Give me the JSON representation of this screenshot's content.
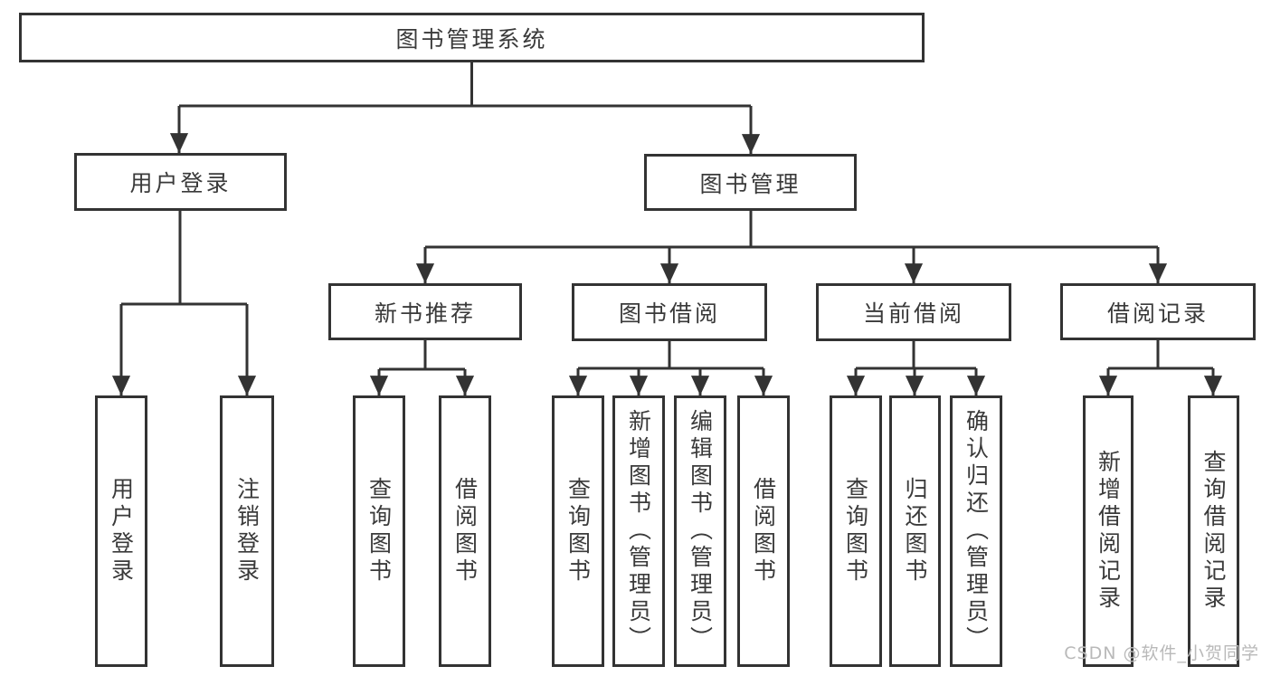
{
  "diagram_title": "图书管理系统",
  "colors": {
    "line": "#333333",
    "text": "#3a3a3a",
    "watermark": "#b9b9b9",
    "background": "#ffffff"
  },
  "tree": {
    "root": "图书管理系统",
    "branches": [
      {
        "label": "用户登录",
        "children": [
          "用户登录",
          "注销登录"
        ]
      },
      {
        "label": "图书管理",
        "sub_branches": [
          {
            "label": "新书推荐",
            "children": [
              "查询图书",
              "借阅图书"
            ]
          },
          {
            "label": "图书借阅",
            "children": [
              "查询图书",
              "新增图书（管理员）",
              "编辑图书（管理员）",
              "借阅图书"
            ]
          },
          {
            "label": "当前借阅",
            "children": [
              "查询图书",
              "归还图书",
              "确认归还（管理员）"
            ]
          },
          {
            "label": "借阅记录",
            "children": [
              "新增借阅记录",
              "查询借阅记录"
            ]
          }
        ]
      }
    ]
  },
  "watermark": "CSDN @软件_小贺同学"
}
